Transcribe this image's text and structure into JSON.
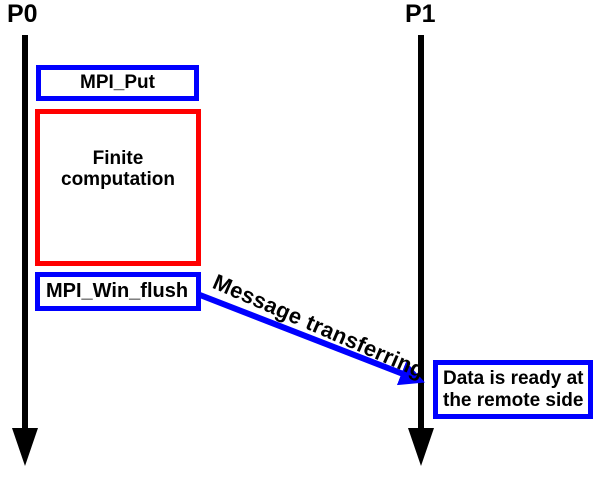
{
  "diagram": {
    "title": "MPI_Put / MPI_Win_flush message transfer timeline",
    "background_color": "#ffffff",
    "colors": {
      "lifeline": "#000000",
      "blue": "#0000ff",
      "red": "#ff0000",
      "text": "#000000"
    },
    "processes": [
      {
        "id": "p0",
        "label": "P0"
      },
      {
        "id": "p1",
        "label": "P1"
      }
    ],
    "boxes": [
      {
        "id": "mpi-put",
        "label": "MPI_Put",
        "border_color": "#0000ff",
        "process": "P0"
      },
      {
        "id": "finite",
        "label": "Finite\ncomputation",
        "line1": "Finite",
        "line2": "computation",
        "border_color": "#ff0000",
        "process": "P0"
      },
      {
        "id": "win-flush",
        "label": "MPI_Win_flush",
        "border_color": "#0000ff",
        "process": "P0"
      },
      {
        "id": "data-ready",
        "label": "Data is ready at the remote side",
        "line1": "Data is ready at",
        "line2": "the remote side",
        "border_color": "#0000ff",
        "process": "P1"
      }
    ],
    "message": {
      "label": "Message transferring",
      "color": "#0000ff",
      "from": "P0",
      "to": "P1"
    }
  }
}
